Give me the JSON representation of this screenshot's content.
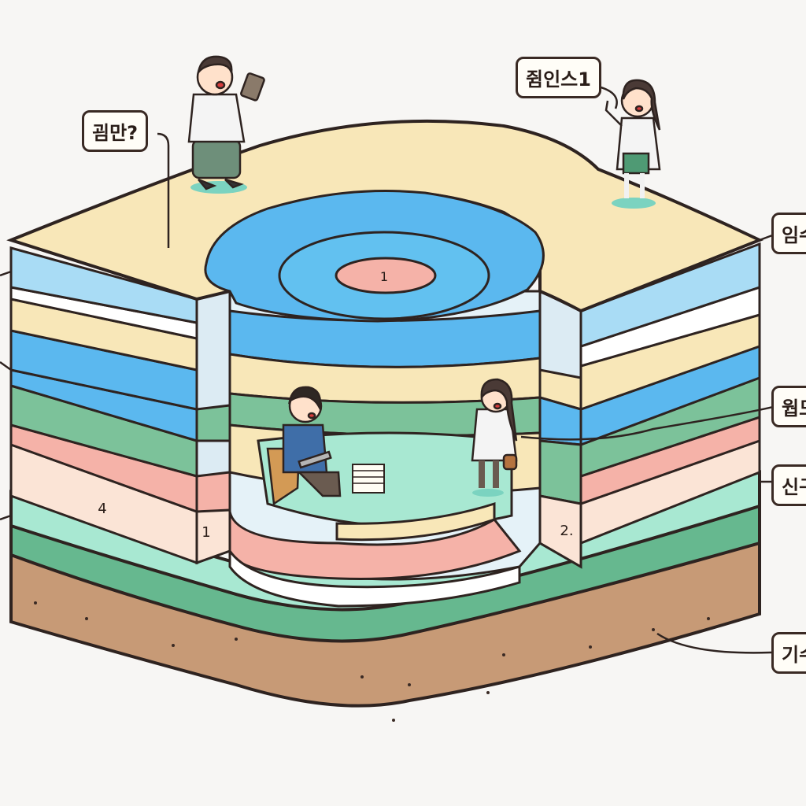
{
  "callouts": {
    "top_left": "굄만?",
    "top_right": "쥠인스1",
    "right_1": "임수",
    "right_2": "웝도",
    "right_3": "신구",
    "right_4": "기수"
  },
  "layer_numbers": {
    "center": "1",
    "front_left": "4",
    "front_mid": "1",
    "front_right": "2."
  },
  "colors": {
    "sand": "#f8e7b8",
    "light_blue": "#a9dcf5",
    "blue": "#5bb8ef",
    "green": "#7cc29a",
    "pink": "#f5b2a8",
    "peach": "#fbe4d6",
    "mint": "#a8e8d2",
    "soil": "#c79a76",
    "outline": "#2e2320"
  }
}
